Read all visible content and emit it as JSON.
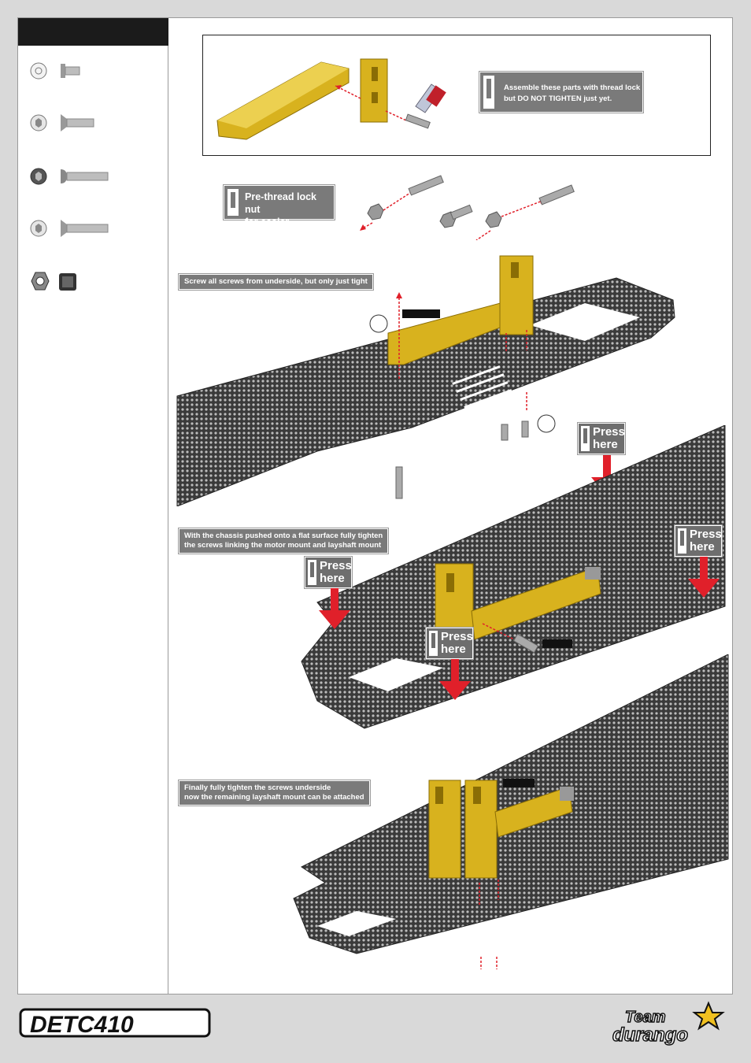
{
  "notes": {
    "thread_lock": {
      "line1": "Assemble these parts with thread lock",
      "line2": "but DO NOT TIGHTEN just yet."
    },
    "prethread": {
      "line1": "Pre-thread lock nut",
      "line2": "for easier assembly"
    },
    "underside": "Screw all screws from underside, but only just tight",
    "flat_surface": {
      "line1": "With the chassis pushed onto a flat surface fully tighten",
      "line2": "the screws linking the motor mount and layshaft mount"
    },
    "finally": {
      "line1": "Finally fully tighten the screws underside",
      "line2": "now the remaining layshaft mount can be attached"
    }
  },
  "press": {
    "word1": "Press",
    "word2": "here"
  },
  "brand": {
    "model": "DETC410",
    "maker_line1": "Team",
    "maker_line2": "durango"
  },
  "colors": {
    "gold": "#d8b21e",
    "arrow_red": "#e0202a",
    "note_gray": "#7a7a7a",
    "carbon": "#3a3a3a"
  },
  "icons": [
    "flat-head-screw-icon",
    "countersunk-screw-icon",
    "button-head-screw-icon",
    "long-screw-icon",
    "lock-nut-icon",
    "thread-lock-bottle-icon"
  ]
}
